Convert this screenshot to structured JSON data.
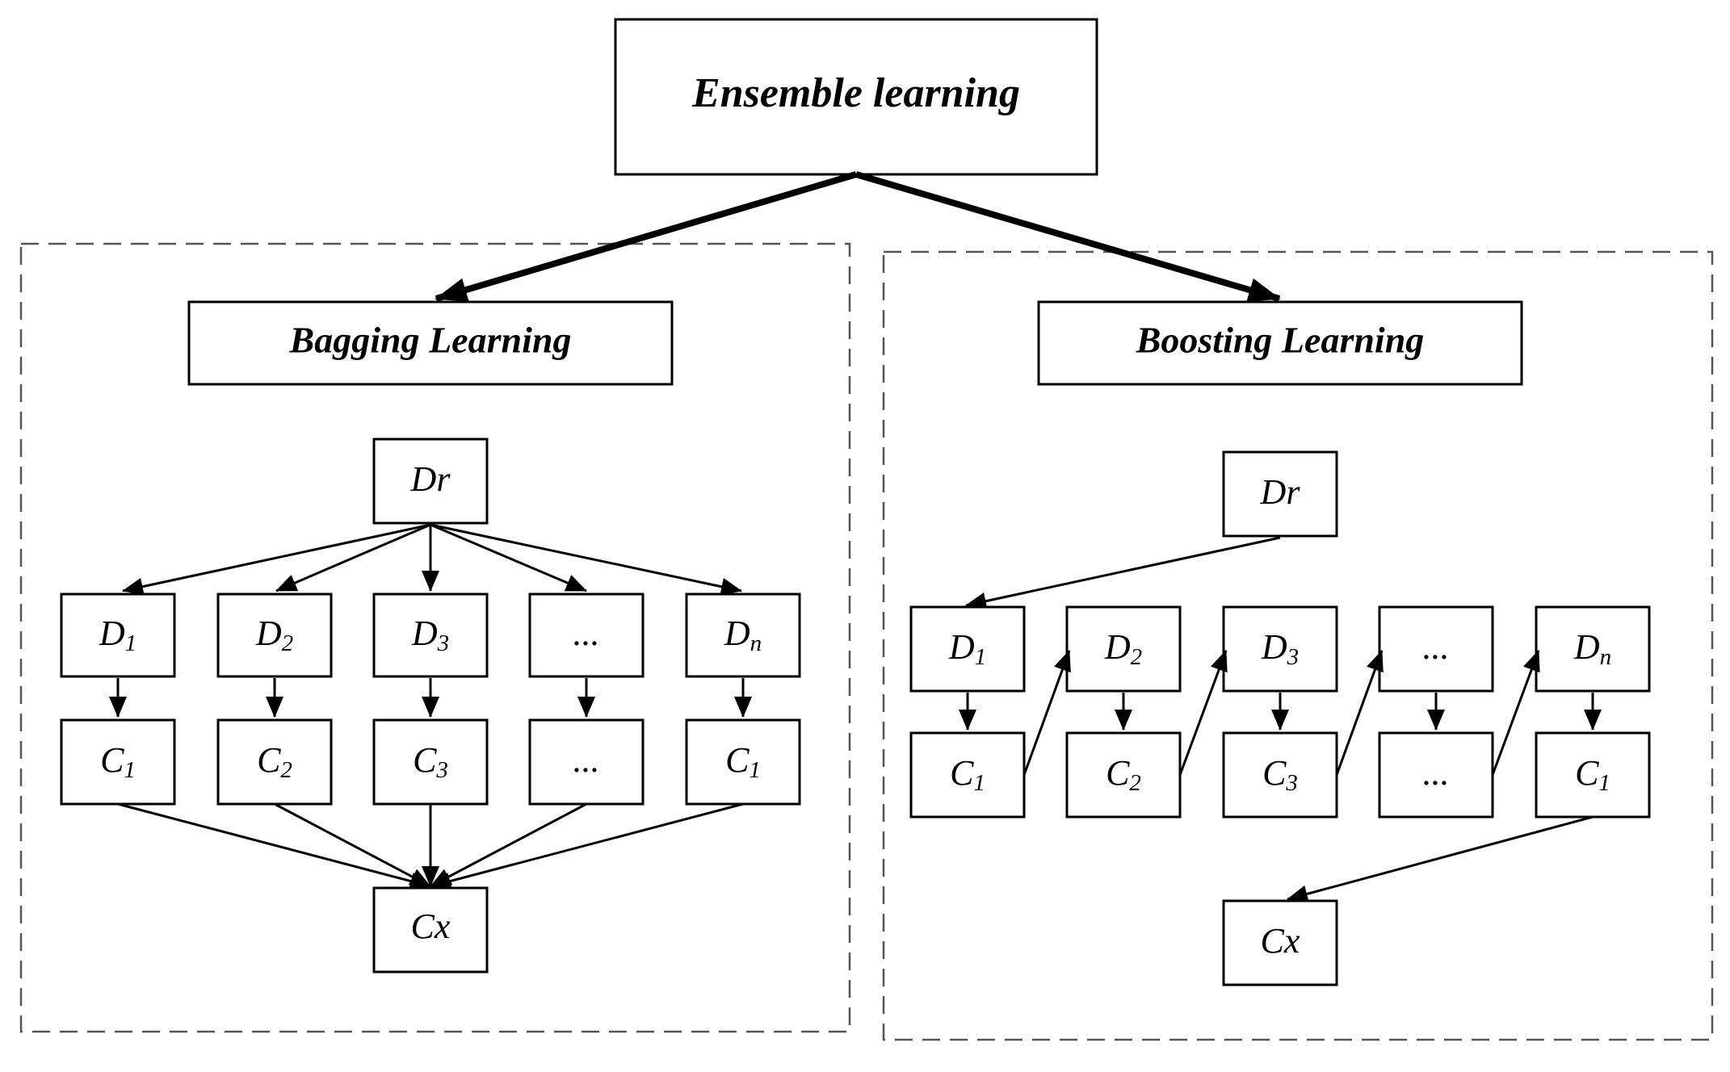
{
  "title": "Ensemble learning",
  "bagging": {
    "label": "Bagging Learning",
    "root": "Dr",
    "datasets": [
      {
        "base": "D",
        "sub": "1"
      },
      {
        "base": "D",
        "sub": "2"
      },
      {
        "base": "D",
        "sub": "3"
      },
      {
        "base": "...",
        "sub": ""
      },
      {
        "base": "D",
        "sub": "n"
      }
    ],
    "classifiers": [
      {
        "base": "C",
        "sub": "1"
      },
      {
        "base": "C",
        "sub": "2"
      },
      {
        "base": "C",
        "sub": "3"
      },
      {
        "base": "...",
        "sub": ""
      },
      {
        "base": "C",
        "sub": "1"
      }
    ],
    "result": "Cx"
  },
  "boosting": {
    "label": "Boosting Learning",
    "root": "Dr",
    "datasets": [
      {
        "base": "D",
        "sub": "1"
      },
      {
        "base": "D",
        "sub": "2"
      },
      {
        "base": "D",
        "sub": "3"
      },
      {
        "base": "...",
        "sub": ""
      },
      {
        "base": "D",
        "sub": "n"
      }
    ],
    "classifiers": [
      {
        "base": "C",
        "sub": "1"
      },
      {
        "base": "C",
        "sub": "2"
      },
      {
        "base": "C",
        "sub": "3"
      },
      {
        "base": "...",
        "sub": ""
      },
      {
        "base": "C",
        "sub": "1"
      }
    ],
    "result": "Cx"
  }
}
